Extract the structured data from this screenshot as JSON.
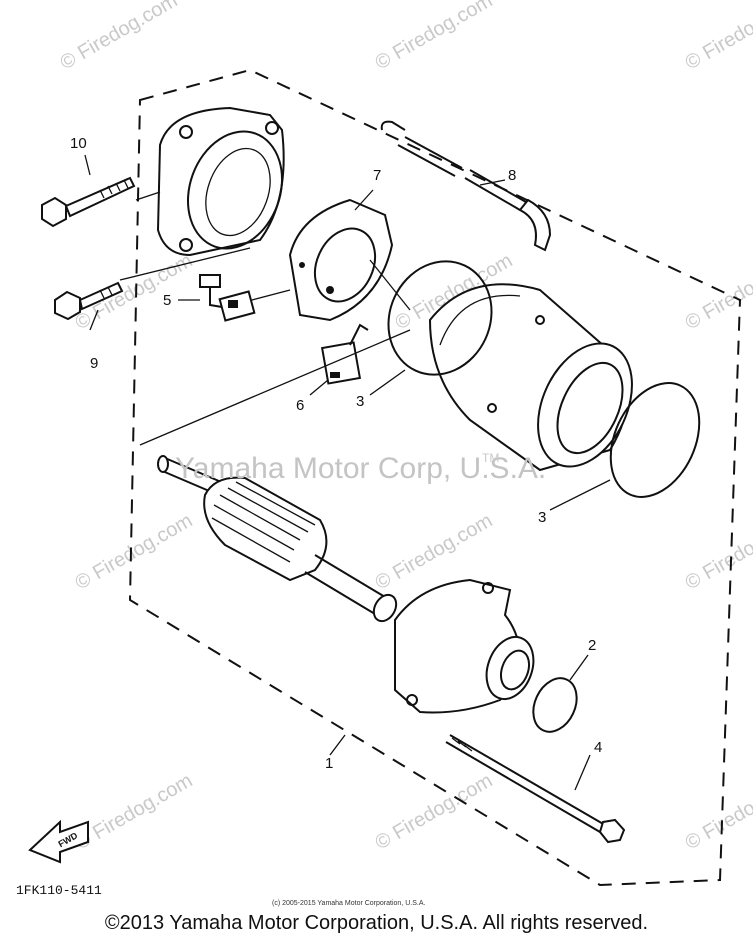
{
  "watermarks": {
    "site_text": "© Firedog.com",
    "center_text": "Yamaha Motor Corp, U.S.A.",
    "trademark": "TM"
  },
  "callouts": {
    "c1": "1",
    "c2": "2",
    "c3a": "3",
    "c3b": "3",
    "c4": "4",
    "c5": "5",
    "c6": "6",
    "c7": "7",
    "c8": "8",
    "c9": "9",
    "c10": "10"
  },
  "fwd_label": "FWD",
  "part_code": "1FK110-5411",
  "small_copyright": "(c) 2005-2015 Yamaha Motor Corporation, U.S.A.",
  "footer_copyright": "©2013 Yamaha Motor Corporation, U.S.A. All rights reserved.",
  "colors": {
    "ink": "#111111",
    "watermark": "#c9c9c9",
    "background": "#ffffff"
  }
}
